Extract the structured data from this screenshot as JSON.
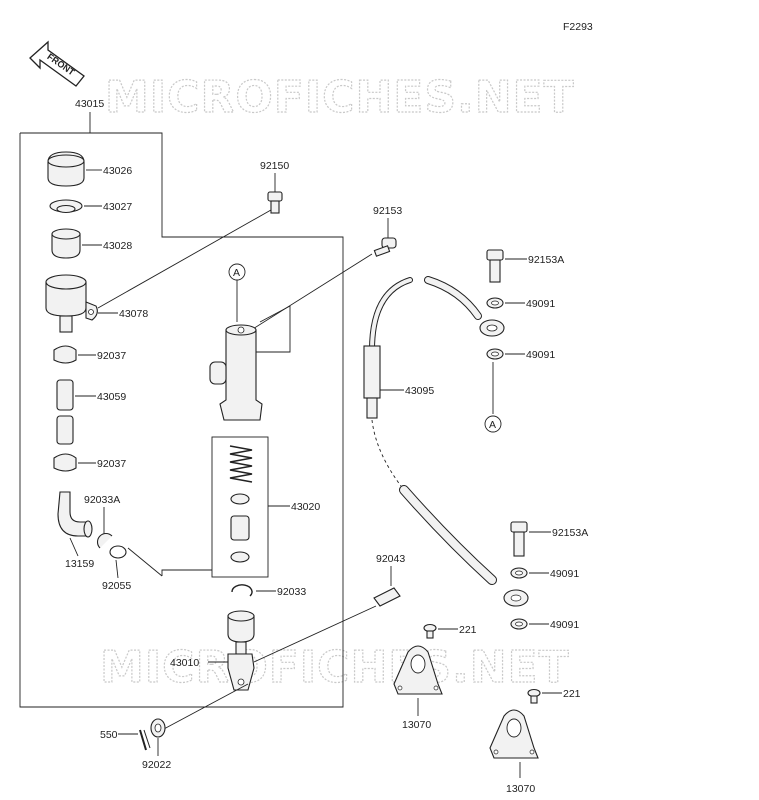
{
  "figure_id": "F2293",
  "front_label": "FRONT",
  "watermark": "MICROFICHES.NET",
  "ref_marker": "A",
  "labels": {
    "p43015": "43015",
    "p43026": "43026",
    "p43027": "43027",
    "p43028": "43028",
    "p43078": "43078",
    "p92037a": "92037",
    "p43059": "43059",
    "p92037b": "92037",
    "p92033A": "92033A",
    "p13159": "13159",
    "p92055": "92055",
    "p92150": "92150",
    "p92153": "92153",
    "p43020": "43020",
    "p92033": "92033",
    "p43010": "43010",
    "p550": "550",
    "p92022": "92022",
    "p43095": "43095",
    "p92153A_top": "92153A",
    "p49091_1": "49091",
    "p49091_2": "49091",
    "p92153A_bot": "92153A",
    "p49091_3": "49091",
    "p49091_4": "49091",
    "p92043": "92043",
    "p221_a": "221",
    "p13070_a": "13070",
    "p221_b": "221",
    "p13070_b": "13070"
  }
}
